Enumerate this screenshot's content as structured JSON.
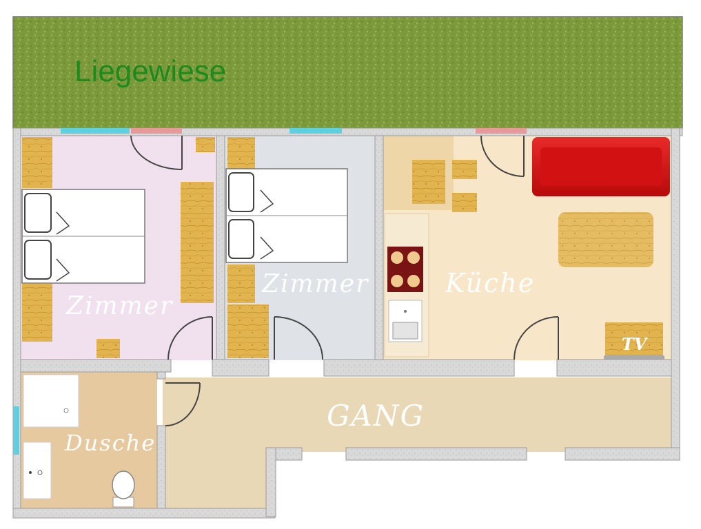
{
  "floorplan": {
    "lawn_label": "Liegewiese",
    "rooms": {
      "zimmer_1": "Zimmer",
      "zimmer_2": "Zimmer",
      "kueche": "Küche",
      "gang": "GANG",
      "dusche": "Dusche"
    },
    "tv_label": "TV"
  },
  "colors": {
    "lawn": "#7c9a3c",
    "lawn_text": "#1c8a1c",
    "wall": "#d6d6d6",
    "zimmer_1_floor": "#f1e1ef",
    "zimmer_2_floor": "#dfe2e6",
    "kueche_floor": "#f7e6c7",
    "gang_floor": "#e9d8b5",
    "dusche_floor": "#e7c9a0",
    "window": "#5fd0e0",
    "door_window": "#e89a9a",
    "wood": "#e2b44f",
    "sofa": "#d40f0f",
    "table": "#d9a25b"
  }
}
